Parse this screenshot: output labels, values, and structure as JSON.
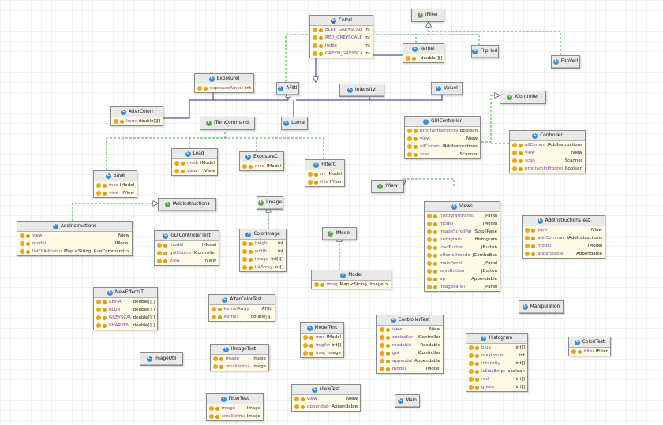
{
  "classes": {
    "IFilter": {
      "name": "IFilter",
      "kind": "interface",
      "fields": []
    },
    "ColorI": {
      "name": "ColorI",
      "kind": "enum",
      "fields": [
        {
          "name": "BLUE_GREYSCALE",
          "type": "int"
        },
        {
          "name": "RED_GREYSCALE",
          "type": "int"
        },
        {
          "name": "index",
          "type": "int"
        },
        {
          "name": "GREEN_GREYSCALE",
          "type": "int"
        }
      ]
    },
    "Kernel": {
      "name": "Kernel",
      "kind": "class",
      "fields": [
        {
          "name": "kernel",
          "type": "double[][]"
        }
      ]
    },
    "FlipHorI": {
      "name": "FlipHorI",
      "kind": "class",
      "fields": []
    },
    "FlipVerI": {
      "name": "FlipVerI",
      "kind": "class",
      "fields": []
    },
    "ExposureI": {
      "name": "ExposureI",
      "kind": "class",
      "fields": [
        {
          "name": "exposureAmount",
          "type": "int"
        }
      ]
    },
    "AFiltI": {
      "name": "AFiltI",
      "kind": "abstract",
      "fields": []
    },
    "IntensityI": {
      "name": "IntensityI",
      "kind": "class",
      "fields": []
    },
    "ValueI": {
      "name": "ValueI",
      "kind": "class",
      "fields": []
    },
    "IController": {
      "name": "IController",
      "kind": "interface",
      "fields": []
    },
    "AlterColorI": {
      "name": "AlterColorI",
      "kind": "class",
      "fields": [
        {
          "name": "kernel",
          "type": "double[][]"
        }
      ]
    },
    "ITurnCommand": {
      "name": "ITurnCommand",
      "kind": "interface",
      "fields": []
    },
    "LumaI": {
      "name": "LumaI",
      "kind": "class",
      "fields": []
    },
    "GUIController": {
      "name": "GUIController",
      "kind": "class",
      "fields": [
        {
          "name": "programIsProgress",
          "type": "boolean"
        },
        {
          "name": "view",
          "type": "IView"
        },
        {
          "name": "allCommands",
          "type": "IAddInstructions"
        },
        {
          "name": "scan",
          "type": "Scanner"
        }
      ]
    },
    "Controller": {
      "name": "Controller",
      "kind": "class",
      "fields": [
        {
          "name": "allCommands",
          "type": "IAddInstructions"
        },
        {
          "name": "view",
          "type": "IView"
        },
        {
          "name": "scan",
          "type": "Scanner"
        },
        {
          "name": "programInProgress",
          "type": "boolean"
        }
      ]
    },
    "Load": {
      "name": "Load",
      "kind": "class",
      "fields": [
        {
          "name": "model",
          "type": "IModel"
        },
        {
          "name": "view",
          "type": "IView"
        }
      ]
    },
    "ExposureC": {
      "name": "ExposureC",
      "kind": "class",
      "fields": [
        {
          "name": "model",
          "type": "IModel"
        }
      ]
    },
    "FilterC": {
      "name": "FilterC",
      "kind": "class",
      "fields": [
        {
          "name": "model",
          "type": "IModel"
        },
        {
          "name": "filter",
          "type": "IFilter"
        }
      ]
    },
    "Save": {
      "name": "Save",
      "kind": "class",
      "fields": [
        {
          "name": "model",
          "type": "IModel"
        },
        {
          "name": "view",
          "type": "IView"
        }
      ]
    },
    "IView": {
      "name": "IView",
      "kind": "interface",
      "fields": []
    },
    "IAddInstructions": {
      "name": "IAddInstructions",
      "kind": "interface",
      "fields": []
    },
    "IImage": {
      "name": "IImage",
      "kind": "interface",
      "fields": []
    },
    "AddInstructions": {
      "name": "AddInstructions",
      "kind": "class",
      "fields": [
        {
          "name": "view",
          "type": "IView"
        },
        {
          "name": "model",
          "type": "IModel"
        },
        {
          "name": "listOfAllInstructions",
          "type": "Map <String, RunCommand >"
        }
      ]
    },
    "GUIControllerTest": {
      "name": "GUIControllerTest",
      "kind": "class",
      "fields": [
        {
          "name": "model",
          "type": "IModel"
        },
        {
          "name": "guiController",
          "type": "IController"
        },
        {
          "name": "view",
          "type": "IView"
        }
      ]
    },
    "ColorImage": {
      "name": "ColorImage",
      "kind": "class",
      "fields": [
        {
          "name": "height",
          "type": "int"
        },
        {
          "name": "width",
          "type": "int"
        },
        {
          "name": "image",
          "type": "int[][]"
        },
        {
          "name": "intArray",
          "type": "int[]"
        }
      ]
    },
    "IModel": {
      "name": "IModel",
      "kind": "interface",
      "fields": []
    },
    "Views": {
      "name": "Views",
      "kind": "class",
      "fields": [
        {
          "name": "histogramPanel",
          "type": "JPanel"
        },
        {
          "name": "model",
          "type": "IModel"
        },
        {
          "name": "imageScrollPane",
          "type": "JScrollPane"
        },
        {
          "name": "histogram",
          "type": "Histogram"
        },
        {
          "name": "loadButton",
          "type": "JButton"
        },
        {
          "name": "effectsDropdown",
          "type": "JComboBox"
        },
        {
          "name": "mainPanel",
          "type": "JPanel"
        },
        {
          "name": "saveButton",
          "type": "JButton"
        },
        {
          "name": "ap",
          "type": "Appendable"
        },
        {
          "name": "imagePanel",
          "type": "JPanel"
        }
      ]
    },
    "AddInstructionsTest": {
      "name": "AddInstructionsTest",
      "kind": "class",
      "fields": [
        {
          "name": "view",
          "type": "IView"
        },
        {
          "name": "addCommands",
          "type": "IAddInstructions"
        },
        {
          "name": "model",
          "type": "IModel"
        },
        {
          "name": "appendable",
          "type": "Appendable"
        }
      ]
    },
    "Model": {
      "name": "Model",
      "kind": "class",
      "fields": [
        {
          "name": "imageHashMap",
          "type": "Map <String, Image >"
        }
      ]
    },
    "NewEffectsT": {
      "name": "NewEffectsT",
      "kind": "class",
      "fields": [
        {
          "name": "SEPIA",
          "type": "double[][]"
        },
        {
          "name": "BLUR",
          "type": "double[][]"
        },
        {
          "name": "GREYSCALE",
          "type": "double[][]"
        },
        {
          "name": "SHARPEN",
          "type": "double[][]"
        }
      ]
    },
    "AlterColorTest": {
      "name": "AlterColorTest",
      "kind": "class",
      "fields": [
        {
          "name": "kernelArray",
          "type": "AFiltI"
        },
        {
          "name": "kernel",
          "type": "double[][]"
        }
      ]
    },
    "Manipulation": {
      "name": "Manipulation",
      "kind": "class",
      "fields": []
    },
    "ModelTest": {
      "name": "ModelTest",
      "kind": "class",
      "fields": [
        {
          "name": "model",
          "type": "IModel"
        },
        {
          "name": "imgArray",
          "type": "int[]"
        },
        {
          "name": "image",
          "type": "Image"
        }
      ]
    },
    "ControllerTest": {
      "name": "ControllerTest",
      "kind": "class",
      "fields": [
        {
          "name": "view",
          "type": "IView"
        },
        {
          "name": "controller",
          "type": "IController"
        },
        {
          "name": "readable",
          "type": "Readable"
        },
        {
          "name": "gui",
          "type": "IController"
        },
        {
          "name": "appendable",
          "type": "Appendable"
        },
        {
          "name": "model",
          "type": "IModel"
        }
      ]
    },
    "Histogram": {
      "name": "Histogram",
      "kind": "class",
      "fields": [
        {
          "name": "blue",
          "type": "int[]"
        },
        {
          "name": "maximum",
          "type": "int"
        },
        {
          "name": "intensity",
          "type": "int[]"
        },
        {
          "name": "isSizeEmpty",
          "type": "boolean"
        },
        {
          "name": "red",
          "type": "int[]"
        },
        {
          "name": "green",
          "type": "int[]"
        }
      ]
    },
    "ColorITest": {
      "name": "ColorITest",
      "kind": "class",
      "fields": [
        {
          "name": "filter",
          "type": "IFilter"
        }
      ]
    },
    "ImageUtil": {
      "name": "ImageUtil",
      "kind": "class",
      "fields": []
    },
    "IImageTest": {
      "name": "IImageTest",
      "kind": "class",
      "fields": [
        {
          "name": "image",
          "type": "Image"
        },
        {
          "name": "smallerImage",
          "type": "Image"
        }
      ]
    },
    "ViewTest": {
      "name": "ViewTest",
      "kind": "class",
      "fields": [
        {
          "name": "view",
          "type": "IView"
        },
        {
          "name": "appendable",
          "type": "Appendable"
        }
      ]
    },
    "Main": {
      "name": "Main",
      "kind": "class",
      "fields": []
    },
    "FilterTest": {
      "name": "FilterTest",
      "kind": "class",
      "fields": [
        {
          "name": "image",
          "type": "Image"
        },
        {
          "name": "smallerImage",
          "type": "Image"
        }
      ]
    }
  },
  "colors": {
    "implements": "#3ca83c",
    "extends": "#1e2a8c",
    "header": "#e9e9e9",
    "body": "#fffbe6"
  }
}
